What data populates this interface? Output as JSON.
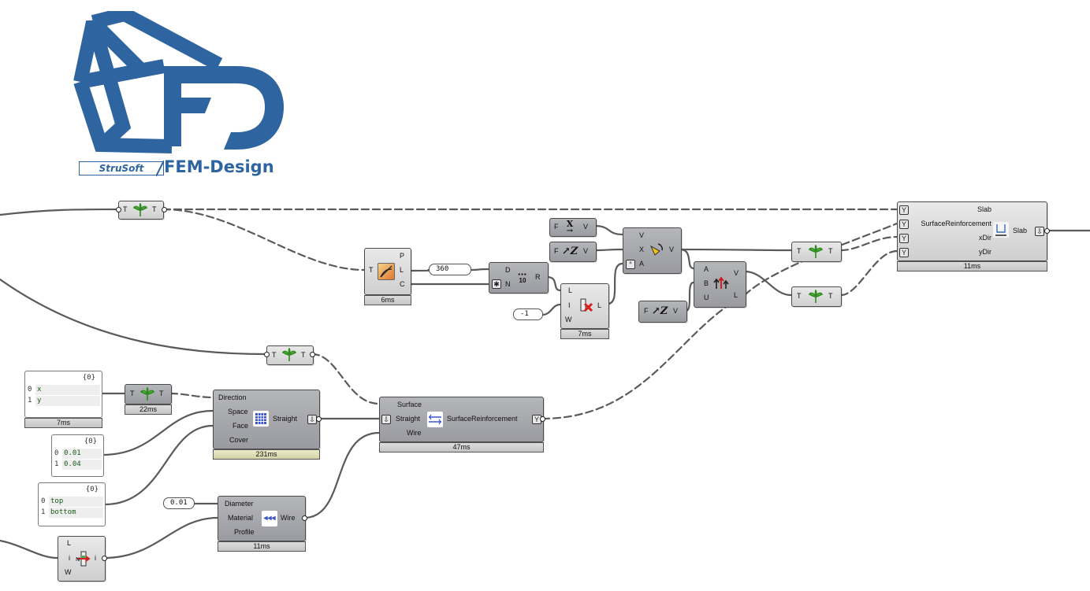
{
  "logo": {
    "company": "StruSoft",
    "product": "FEM-Design"
  },
  "colors": {
    "canvas": "#ffffff",
    "component_dark": "#a5a6aa",
    "component_light": "#dcdcdc",
    "wire": "#555555",
    "logo_blue": "#2e64a0",
    "panel_text": "#1a5a1a"
  },
  "panels": {
    "directions": {
      "header": "{0}",
      "rows": [
        {
          "i": "0",
          "v": "x"
        },
        {
          "i": "1",
          "v": "y"
        }
      ],
      "time": "7ms"
    },
    "covers": {
      "header": "{0}",
      "rows": [
        {
          "i": "0",
          "v": "0.01"
        },
        {
          "i": "1",
          "v": "0.04"
        }
      ]
    },
    "faces": {
      "header": "{0}",
      "rows": [
        {
          "i": "0",
          "v": "top"
        },
        {
          "i": "1",
          "v": "bottom"
        }
      ]
    }
  },
  "sliders": {
    "angle": "360",
    "factor": "-1",
    "diameter": "0.01"
  },
  "graft1": {
    "in": "T",
    "out": "T"
  },
  "graft2": {
    "in": "T",
    "out": "T"
  },
  "graft3": {
    "in": "T",
    "out": "T",
    "time": "22ms"
  },
  "graft4": {
    "in": "T",
    "out": "T"
  },
  "graft5": {
    "in": "T",
    "out": "T"
  },
  "slabeval": {
    "in": "T",
    "outs": [
      "P",
      "L",
      "C"
    ],
    "time": "6ms"
  },
  "divide": {
    "ins": [
      "D",
      "N"
    ],
    "out": "R",
    "icon_text": "10"
  },
  "listitem": {
    "ins": [
      "L",
      "I",
      "W"
    ],
    "out": "L",
    "time": "7ms"
  },
  "unitx": {
    "in": "F",
    "out": "V"
  },
  "unitz1": {
    "in": "F",
    "out": "V"
  },
  "rotate": {
    "ins": [
      "V",
      "X",
      "A"
    ],
    "out": "V"
  },
  "unitz2": {
    "in": "F",
    "out": "V"
  },
  "crossprod": {
    "ins": [
      "A",
      "B",
      "U"
    ],
    "outs": [
      "V",
      "L"
    ]
  },
  "straight": {
    "ins": [
      "Direction",
      "Space",
      "Face",
      "Cover"
    ],
    "out": "Straight",
    "time": "231ms"
  },
  "surfreinf": {
    "ins": [
      "Surface",
      "Straight",
      "Wire"
    ],
    "out": "SurfaceReinforcement",
    "time": "47ms"
  },
  "wire": {
    "ins": [
      "Diameter",
      "Material",
      "Profile"
    ],
    "out": "Wire",
    "time": "11ms"
  },
  "listitem2": {
    "ins": [
      "L",
      "i",
      "W"
    ],
    "out": "i"
  },
  "slab": {
    "ins": [
      "Slab",
      "SurfaceReinforcement",
      "xDir",
      "yDir"
    ],
    "out": "Slab",
    "time": "11ms"
  }
}
